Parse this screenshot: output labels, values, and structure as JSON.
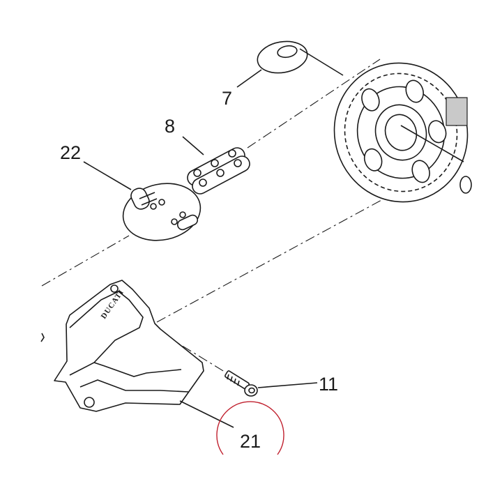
{
  "diagram": {
    "callouts": [
      {
        "id": "7",
        "label": "7"
      },
      {
        "id": "8",
        "label": "8"
      },
      {
        "id": "22",
        "label": "22"
      },
      {
        "id": "11",
        "label": "11"
      },
      {
        "id": "21",
        "label": "21"
      }
    ],
    "cover_brand": "DUCATI",
    "highlight_color": "#c0202e",
    "line_color": "#1a1a1a"
  }
}
